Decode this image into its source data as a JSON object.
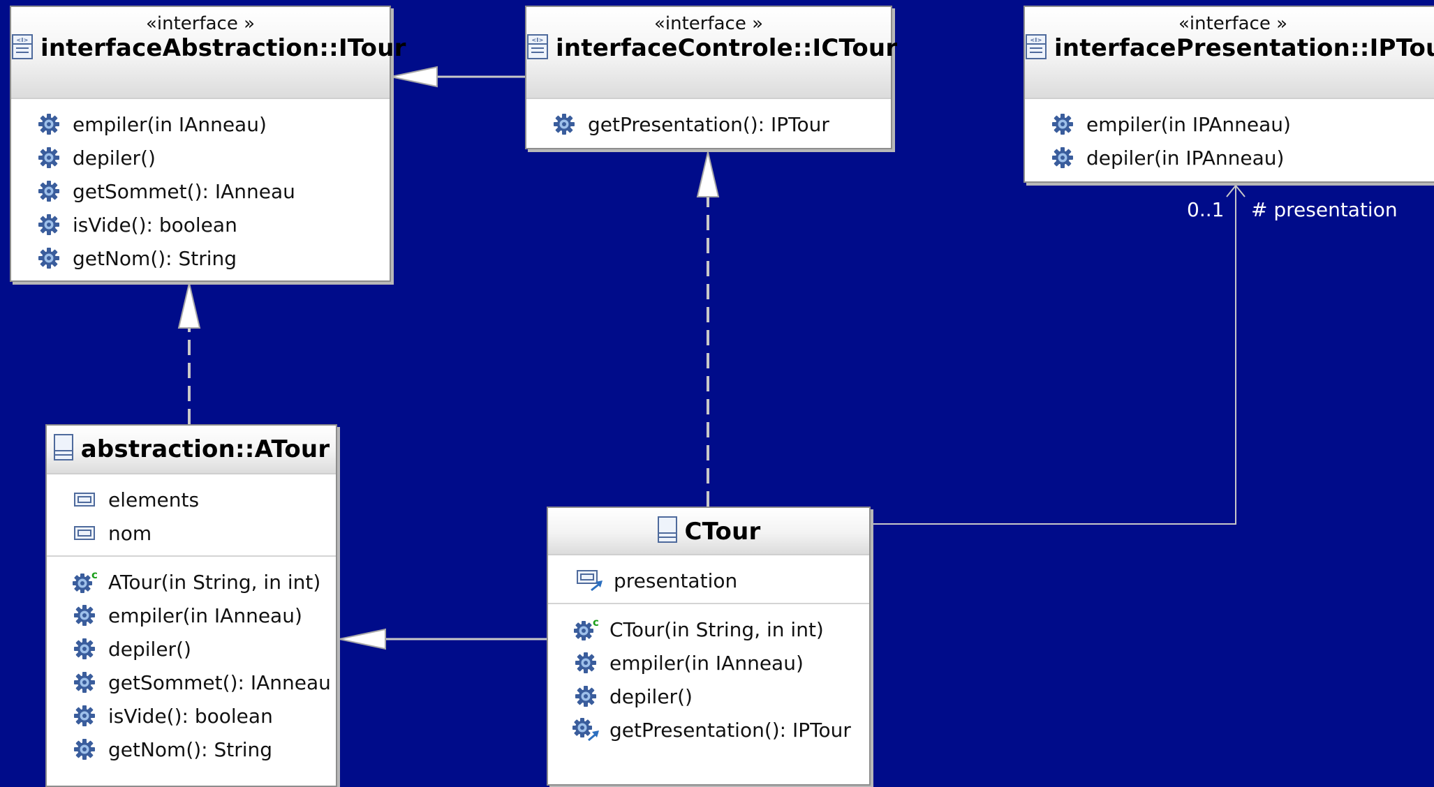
{
  "diagram": {
    "interfaces": {
      "itour": {
        "stereotype": "«interface »",
        "name": "interfaceAbstraction::ITour",
        "operations": [
          "empiler(in IAnneau)",
          "depiler()",
          "getSommet(): IAnneau",
          "isVide(): boolean",
          "getNom(): String"
        ]
      },
      "ictour": {
        "stereotype": "«interface »",
        "name": "interfaceControle::ICTour",
        "operations": [
          "getPresentation(): IPTour"
        ]
      },
      "iptour": {
        "stereotype": "«interface »",
        "name": "interfacePresentation::IPTour",
        "operations": [
          "empiler(in IPAnneau)",
          "depiler(in IPAnneau)"
        ]
      }
    },
    "classes": {
      "atour": {
        "name": "abstraction::ATour",
        "attributes": [
          "elements",
          "nom"
        ],
        "operations": [
          "ATour(in String, in int)",
          "empiler(in IAnneau)",
          "depiler()",
          "getSommet(): IAnneau",
          "isVide(): boolean",
          "getNom(): String"
        ]
      },
      "ctour": {
        "name": "CTour",
        "attributes": [
          "presentation"
        ],
        "operations": [
          "CTour(in String, in int)",
          "empiler(in IAnneau)",
          "depiler()",
          "getPresentation(): IPTour"
        ]
      }
    },
    "association": {
      "multiplicity": "0..1",
      "role": "# presentation"
    }
  },
  "colors": {
    "background": "#000c8a",
    "box_border": "#8d8d8d",
    "connector": "#c8c8c8",
    "gear_icon": "#3a5d9c"
  }
}
